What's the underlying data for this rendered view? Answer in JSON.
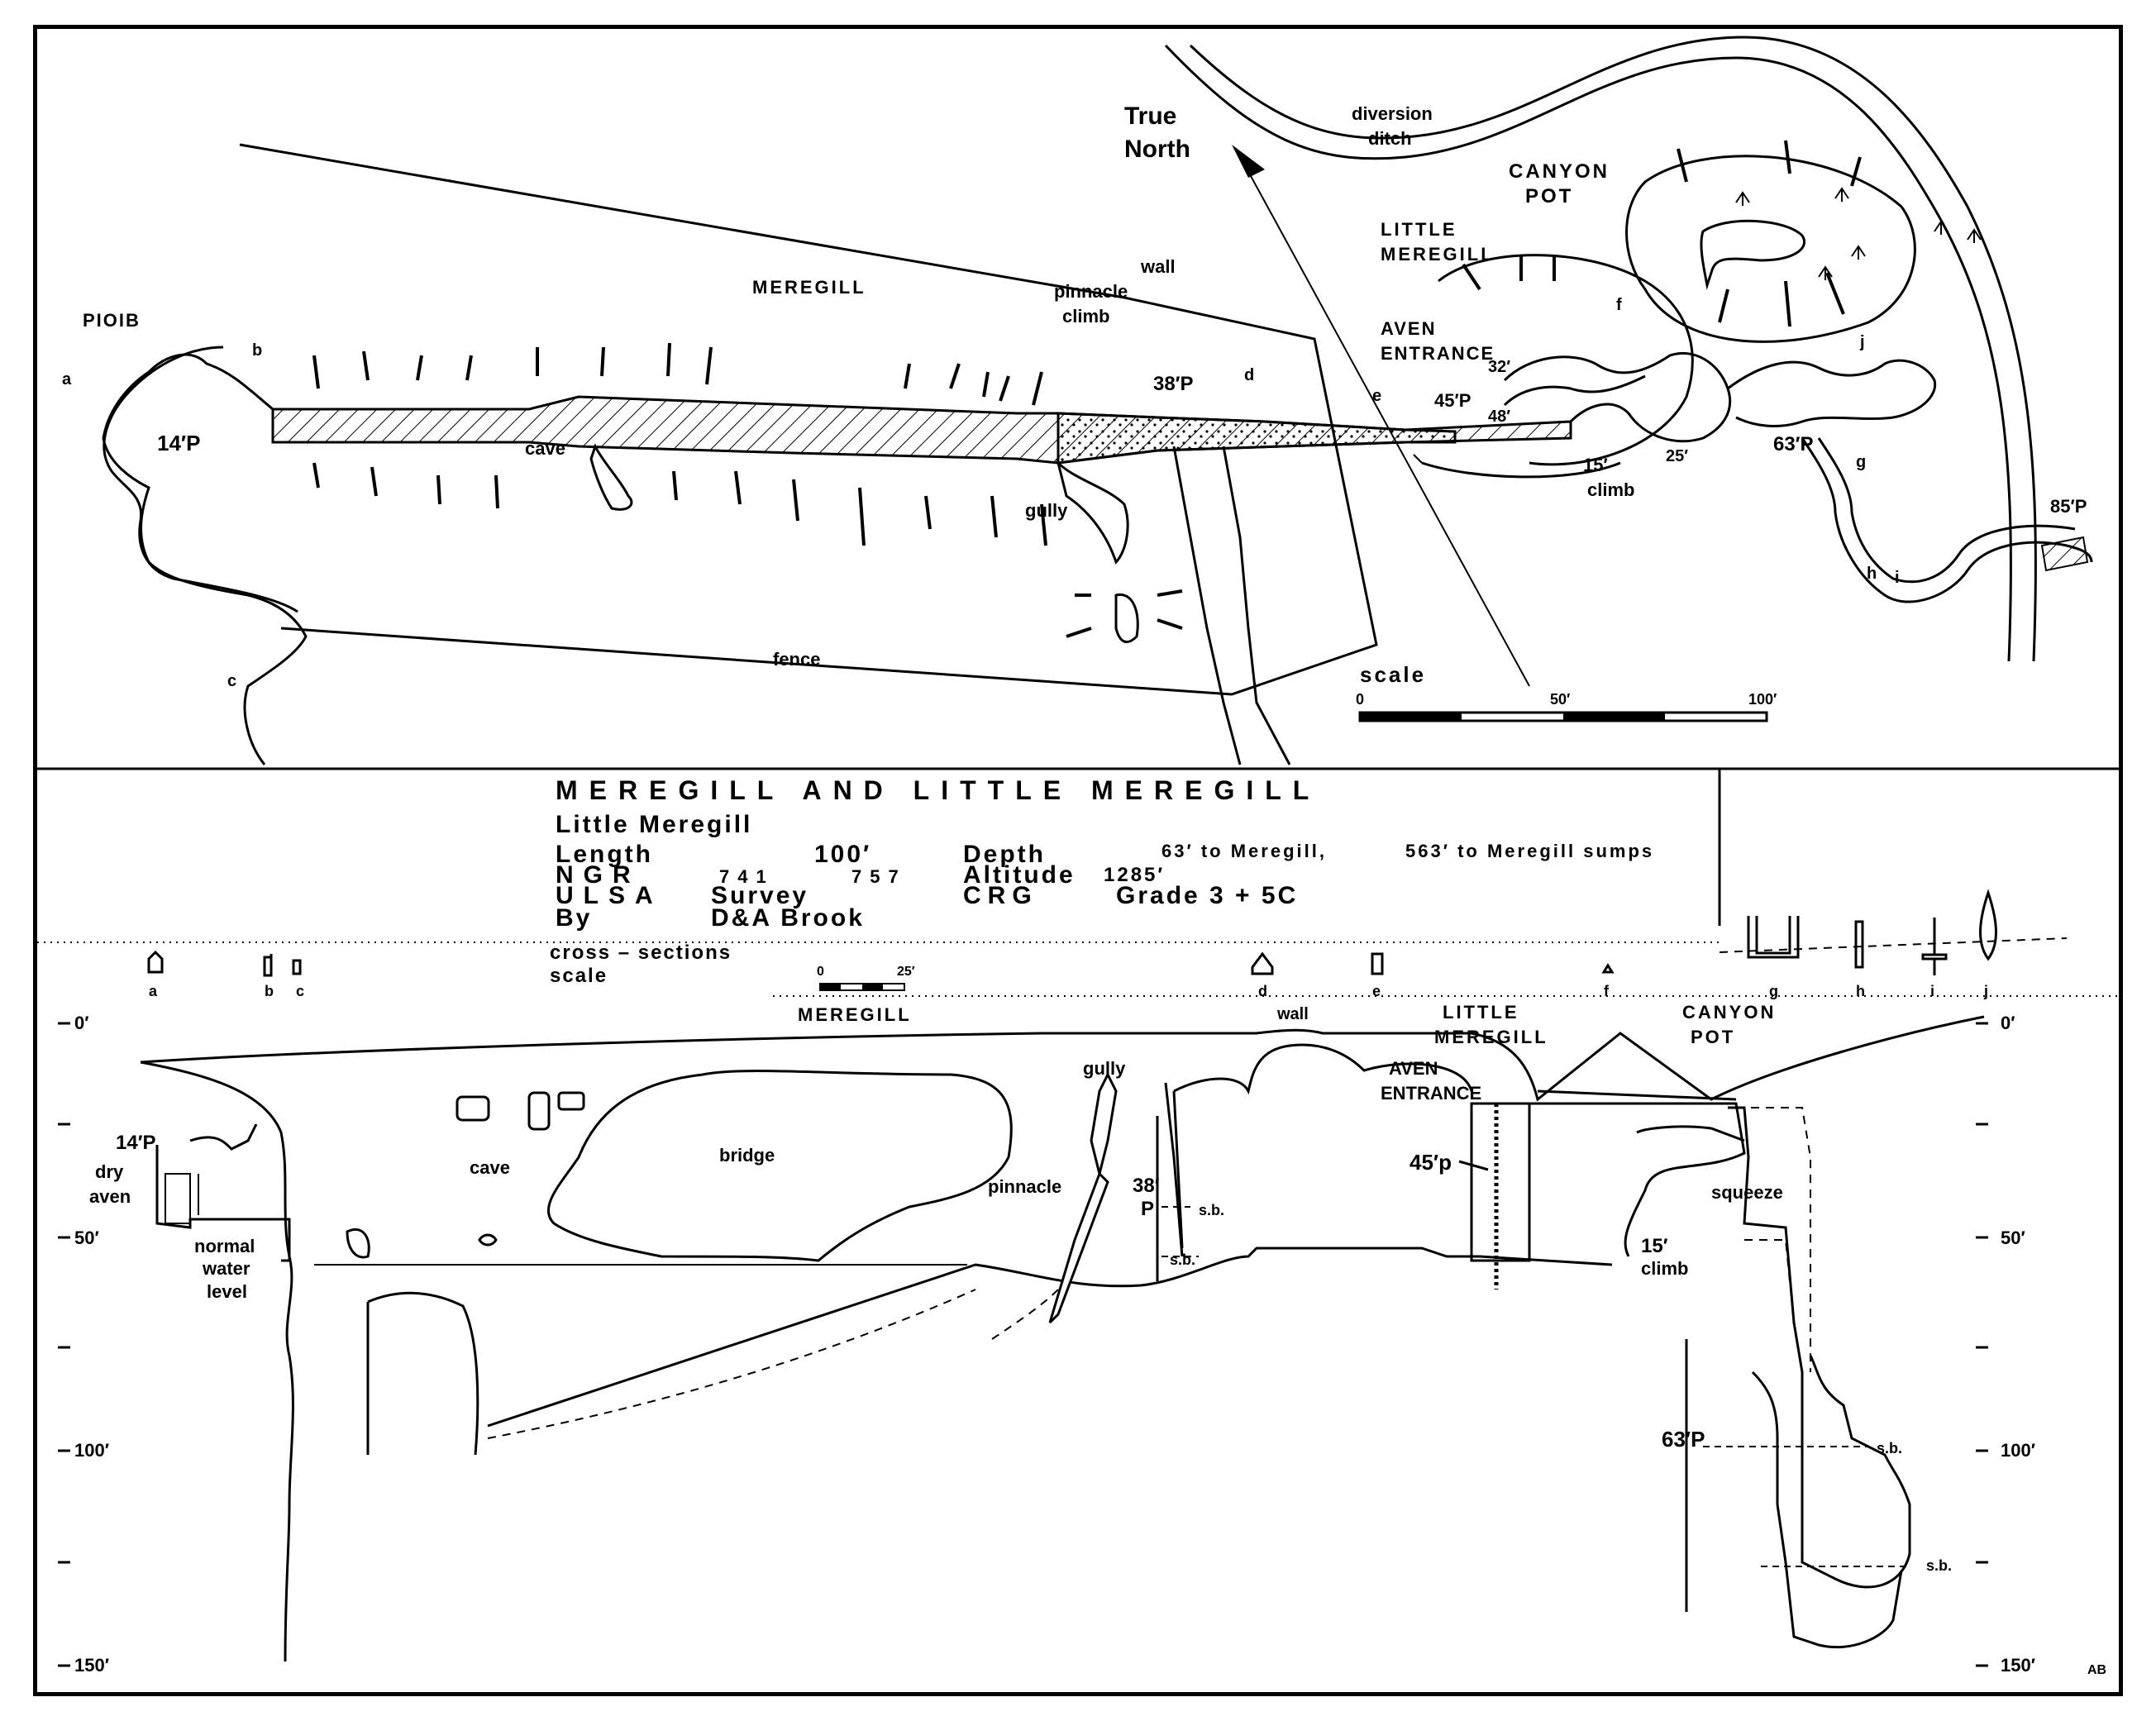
{
  "title": "MEREGILL AND LITTLE MEREGILL",
  "subtitle": "Little Meregill",
  "info": {
    "length_label": "Length",
    "length_value": "100′",
    "depth_label": "Depth",
    "depth_value": "63′ to Meregill,",
    "depth_value2": "563′ to Meregill sumps",
    "ngr_label": "NGR",
    "ngr_easting": "741",
    "ngr_northing": "757",
    "altitude_label": "Altitude",
    "altitude_value": "1285′",
    "org_label": "ULSA",
    "org_value": "Survey",
    "crg_label": "CRG",
    "crg_value": "Grade 3 + 5C",
    "by_label": "By",
    "by_value": "D&A Brook"
  },
  "plan": {
    "north_label_1": "True",
    "north_label_2": "North",
    "diversion_1": "diversion",
    "diversion_2": "ditch",
    "canyon_pot_1": "CANYON",
    "canyon_pot_2": "POT",
    "little_meregill_1": "LITTLE",
    "little_meregill_2": "MEREGILL",
    "meregill": "MEREGILL",
    "pioib": "PIOIB",
    "wall": "wall",
    "pinnacle_climb_1": "pinnacle",
    "pinnacle_climb_2": "climb",
    "aven_entrance_1": "AVEN",
    "aven_entrance_2": "ENTRANCE",
    "fence": "fence",
    "cave": "cave",
    "gully": "gully",
    "climb": "climb",
    "pitch_14": "14′P",
    "pitch_38": "38′P",
    "pitch_45": "45′P",
    "pitch_63": "63′P",
    "pitch_85": "85′P",
    "pitch_15": "15′",
    "pitch_25": "25′",
    "pitch_32": "32′",
    "pitch_48": "48′",
    "marks": [
      "a",
      "b",
      "c",
      "d",
      "e",
      "f",
      "g",
      "h",
      "i",
      "j"
    ]
  },
  "scale": {
    "label": "scale",
    "ticks": [
      "0",
      "50′",
      "100′"
    ]
  },
  "cross_sections": {
    "label_1": "cross – sections",
    "label_2": "scale",
    "ticks": [
      "0",
      "25′"
    ],
    "letters": [
      "a",
      "b",
      "c",
      "d",
      "e",
      "f",
      "g",
      "h",
      "i",
      "j"
    ]
  },
  "section": {
    "meregill": "MEREGILL",
    "wall": "wall",
    "little_meregill_1": "LITTLE",
    "little_meregill_2": "MEREGILL",
    "canyon_pot_1": "CANYON",
    "canyon_pot_2": "POT",
    "aven_entrance_1": "AVEN",
    "aven_entrance_2": "ENTRANCE",
    "gully": "gully",
    "cave": "cave",
    "bridge": "bridge",
    "pinnacle": "pinnacle",
    "pitch_14": "14′P",
    "dry_aven_1": "dry",
    "dry_aven_2": "aven",
    "normal_water_1": "normal",
    "normal_water_2": "water",
    "normal_water_3": "level",
    "pitch_38_1": "38′",
    "pitch_38_2": "P",
    "pitch_45": "45′p",
    "squeeze": "squeeze",
    "climb_15_1": "15′",
    "climb_15_2": "climb",
    "pitch_63": "63′P",
    "sb": "s.b.",
    "depth_left": [
      "0′",
      "50′",
      "100′",
      "150′"
    ],
    "depth_right": [
      "0′",
      "50′",
      "100′",
      "150′"
    ],
    "initials": "AB"
  }
}
